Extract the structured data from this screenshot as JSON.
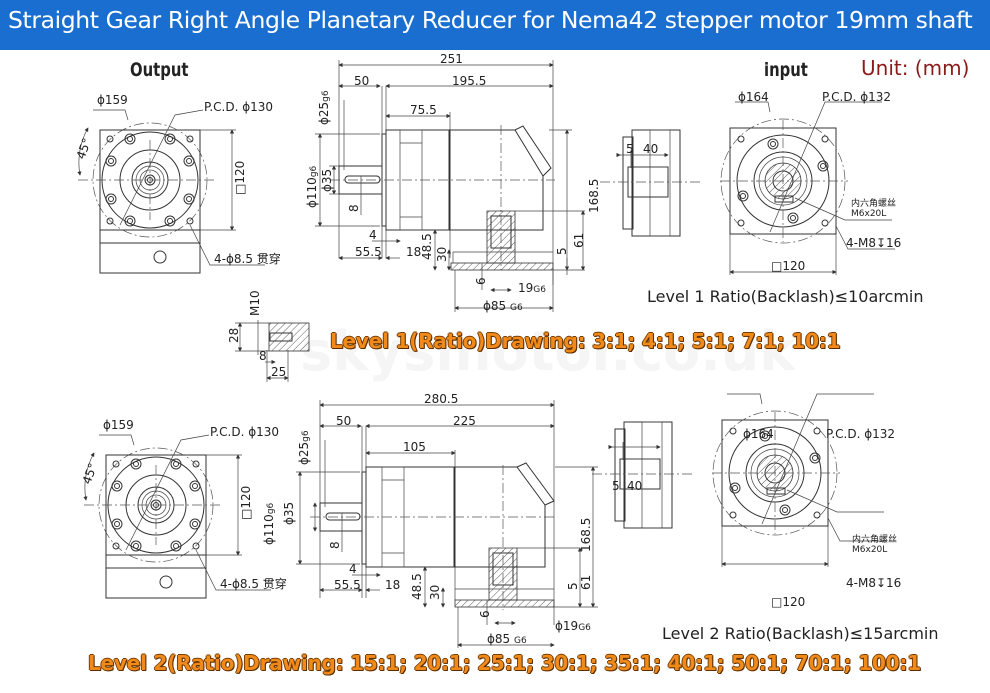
{
  "header": {
    "title": "Straight Gear Right Angle Planetary Reducer for Nema42 stepper motor 19mm shaft",
    "background_color": "#1a6ecf"
  },
  "unit_label": "Unit: (mm)",
  "view_labels": {
    "output": "Output",
    "input": "input"
  },
  "level1": {
    "output_view": {
      "outer_dia": "ϕ159",
      "pcd": "P.C.D. ϕ130",
      "angle": "45°",
      "square": "□120",
      "holes": "4-ϕ8.5 贯穿"
    },
    "side_view": {
      "overall_length": "251",
      "shaft_length": "50",
      "body_length": "195.5",
      "flange_length": "75.5",
      "shaft_dia": "ϕ25",
      "shaft_dia_tol": "g6",
      "pilot_dia": "ϕ110",
      "pilot_dia_tol": "g6",
      "shaft_step_dia": "ϕ35",
      "key_width": "8",
      "flange_thk": "4",
      "shaft_offset": "55.5",
      "dim_18": "18",
      "dim_48_5": "48.5",
      "dim_30": "30",
      "dim_6": "6",
      "bore": "19",
      "bore_tol": "G6",
      "input_pilot": "ϕ85",
      "input_pilot_tol": "G6",
      "dim_5": "5",
      "dim_61": "61",
      "height": "168.5"
    },
    "input_view": {
      "outer_dia": "ϕ164",
      "pcd": "P.C.D. ϕ132",
      "screw_cn": "内六角螺丝",
      "screw": "M6x20L",
      "tapped_holes": "4-M8↧16",
      "square": "□120",
      "shaft_5": "5",
      "shaft_40": "40"
    },
    "backlash": "Level 1 Ratio(Backlash)≤10arcmin",
    "ratios_title": "Level 1(Ratio)Drawing: 3:1;  4:1;  5:1;  7:1;  10:1"
  },
  "tap_detail": {
    "thread": "M10",
    "depth": "28",
    "dim_8": "8",
    "dim_25": "25"
  },
  "level2": {
    "output_view": {
      "outer_dia": "ϕ159",
      "pcd": "P.C.D. ϕ130",
      "angle": "45°",
      "square": "□120",
      "holes": "4-ϕ8.5 贯穿"
    },
    "side_view": {
      "overall_length": "280.5",
      "shaft_length": "50",
      "body_length": "225",
      "flange_length": "105",
      "shaft_dia": "ϕ25",
      "shaft_dia_tol": "g6",
      "pilot_dia": "ϕ110",
      "pilot_dia_tol": "g6",
      "shaft_step_dia": "ϕ35",
      "key_width": "8",
      "flange_thk": "4",
      "shaft_offset": "55.5",
      "dim_18": "18",
      "dim_48_5": "48.5",
      "dim_30": "30",
      "dim_6": "6",
      "bore": "ϕ19",
      "bore_tol": "G6",
      "input_pilot": "ϕ85",
      "input_pilot_tol": "G6",
      "dim_5": "5",
      "dim_61": "61",
      "height": "168.5"
    },
    "input_view": {
      "outer_dia": "ϕ164",
      "pcd": "P.C.D. ϕ132",
      "screw_cn": "内六角螺丝",
      "screw": "M6x20L",
      "tapped_holes": "4-M8↧16",
      "square": "□120",
      "shaft_5": "5",
      "shaft_40": "40"
    },
    "backlash": "Level 2 Ratio(Backlash)≤15arcmin",
    "ratios_title": "Level 2(Ratio)Drawing: 15:1; 20:1; 25:1; 30:1; 35:1; 40:1; 50:1; 70:1; 100:1"
  },
  "colors": {
    "ratio_text": "#f08a1a",
    "unit_text": "#8b1a1a",
    "line": "#333333"
  }
}
